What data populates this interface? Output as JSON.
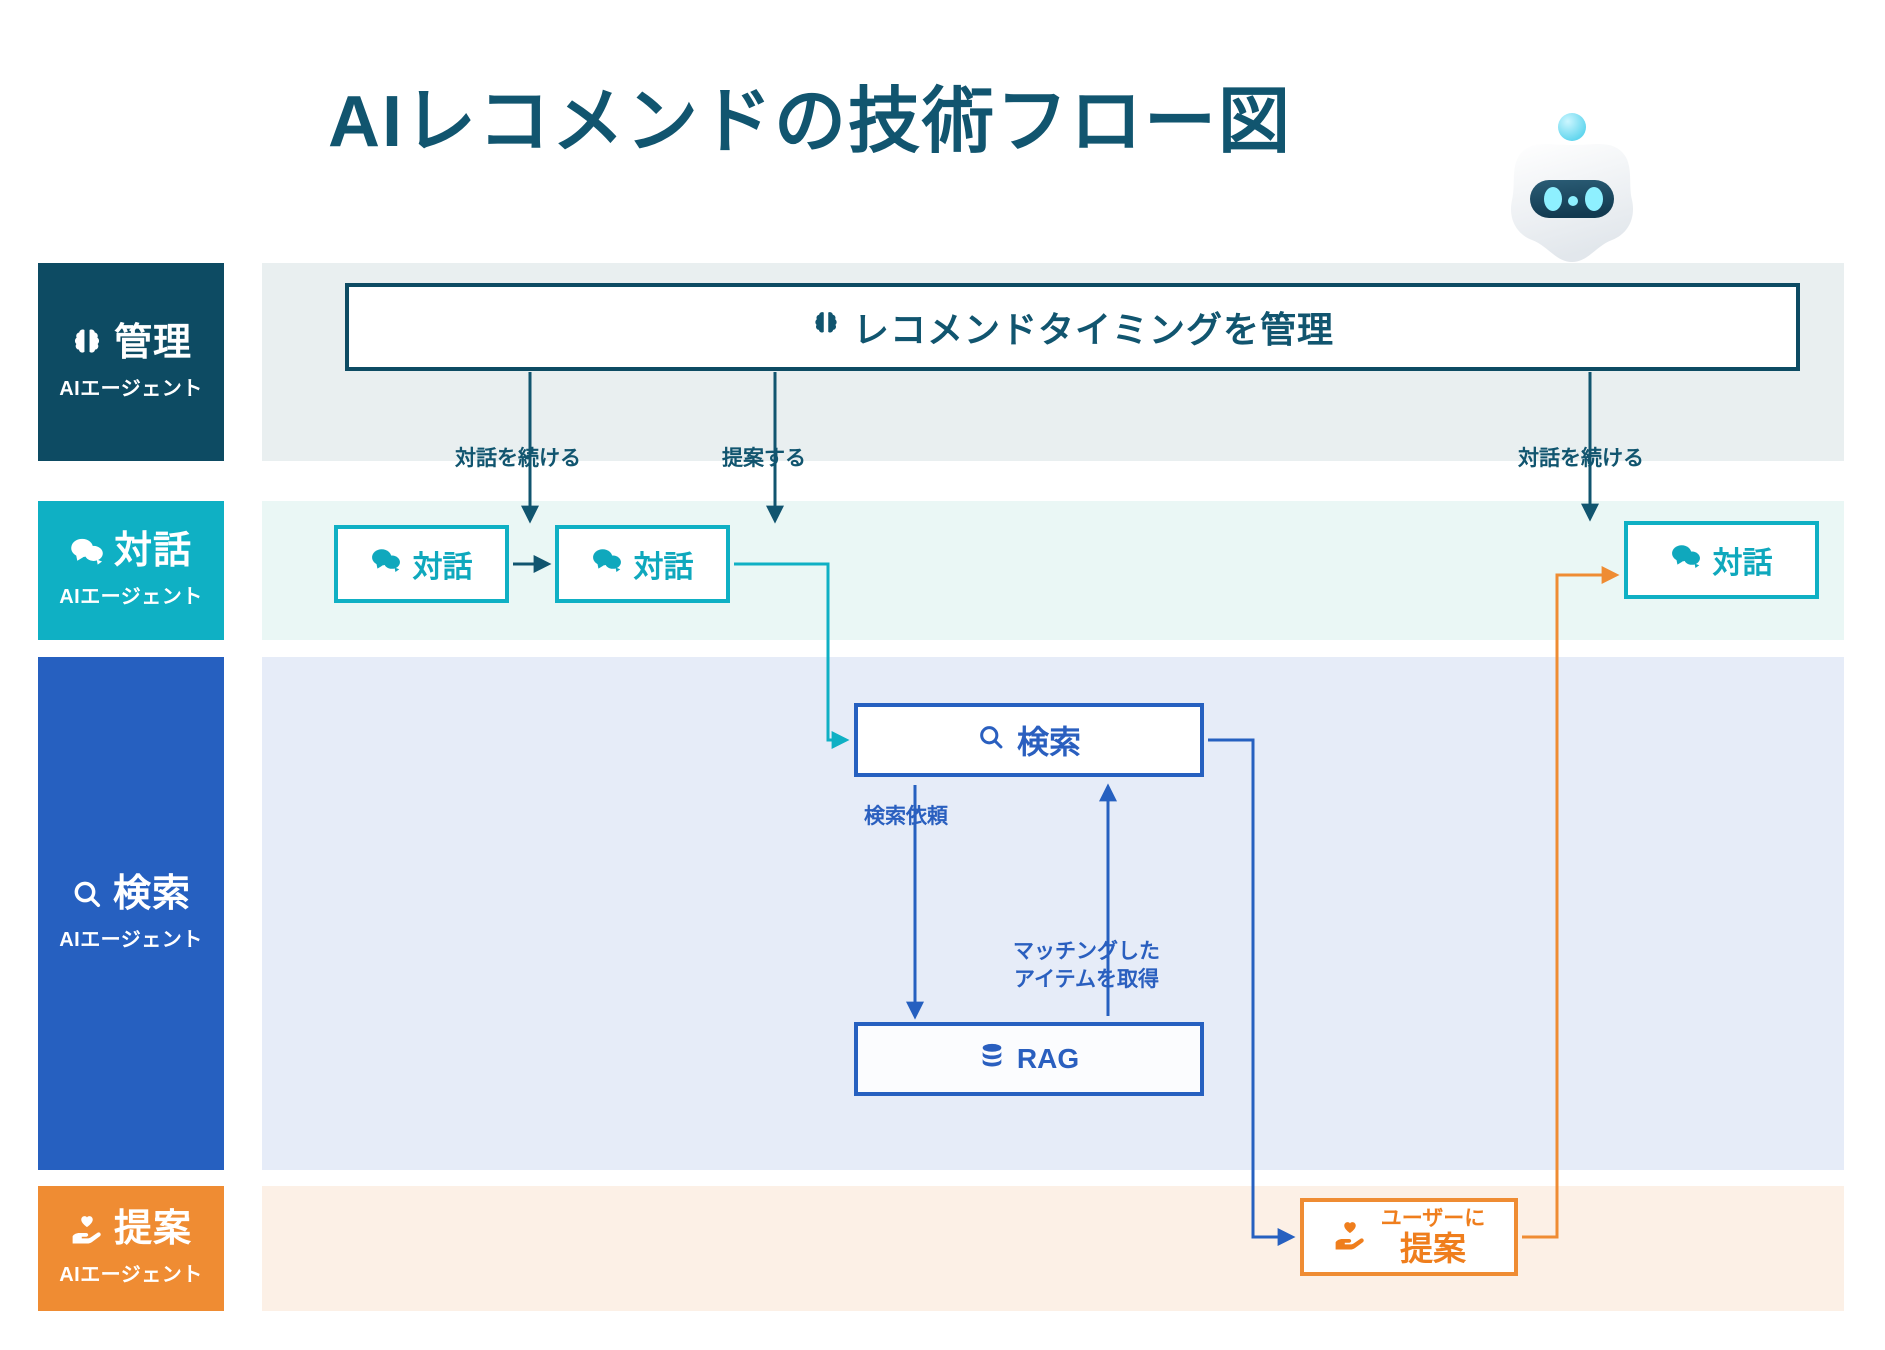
{
  "page": {
    "title": "AIレコメンドの技術フロー図",
    "background": "#ffffff"
  },
  "mascot": {
    "name": "ai-robot-mascot",
    "body_color": "#f4f6f8",
    "visor_color": "#1d4b63",
    "eye_color": "#6fe3f5",
    "antenna_color": "#7fdcef"
  },
  "lanes": [
    {
      "id": "manage",
      "icon": "brain-icon",
      "title": "管理",
      "subtitle": "AIエージェント",
      "chip_color": "#0d4b63",
      "band_color": "#e9eff0"
    },
    {
      "id": "talk",
      "icon": "chat-bubbles-icon",
      "title": "対話",
      "subtitle": "AIエージェント",
      "chip_color": "#0fb0c4",
      "band_color": "#eaf7f5"
    },
    {
      "id": "search",
      "icon": "magnifier-icon",
      "title": "検索",
      "subtitle": "AIエージェント",
      "chip_color": "#2660c0",
      "band_color": "#e6ecf8"
    },
    {
      "id": "suggest",
      "icon": "hand-heart-icon",
      "title": "提案",
      "subtitle": "AIエージェント",
      "chip_color": "#ef8c33",
      "band_color": "#fcf0e6"
    }
  ],
  "nodes": {
    "manage": {
      "icon": "brain-icon",
      "label": "レコメンドタイミングを管理",
      "border_color": "#0d4b63"
    },
    "talk_1": {
      "icon": "chat-bubbles-icon",
      "label": "対話",
      "border_color": "#0fb0c4"
    },
    "talk_2": {
      "icon": "chat-bubbles-icon",
      "label": "対話",
      "border_color": "#0fb0c4"
    },
    "talk_3": {
      "icon": "chat-bubbles-icon",
      "label": "対話",
      "border_color": "#0fb0c4"
    },
    "search": {
      "icon": "magnifier-icon",
      "label": "検索",
      "border_color": "#2660c0"
    },
    "rag": {
      "icon": "database-icon",
      "label": "RAG",
      "border_color": "#2660c0"
    },
    "suggest": {
      "icon": "hand-heart-icon",
      "label_top": "ユーザーに",
      "label_main": "提案",
      "border_color": "#ef8c33"
    }
  },
  "edge_labels": {
    "continue_left": "対話を続ける",
    "propose": "提案する",
    "continue_right": "対話を続ける",
    "search_request": "検索依頼",
    "matched_line1": "マッチングした",
    "matched_line2": "アイテムを取得"
  },
  "edge_colors": {
    "dark_teal": "#11556f",
    "cyan": "#0fb0c4",
    "blue": "#2660c0",
    "orange": "#ef8c33"
  }
}
